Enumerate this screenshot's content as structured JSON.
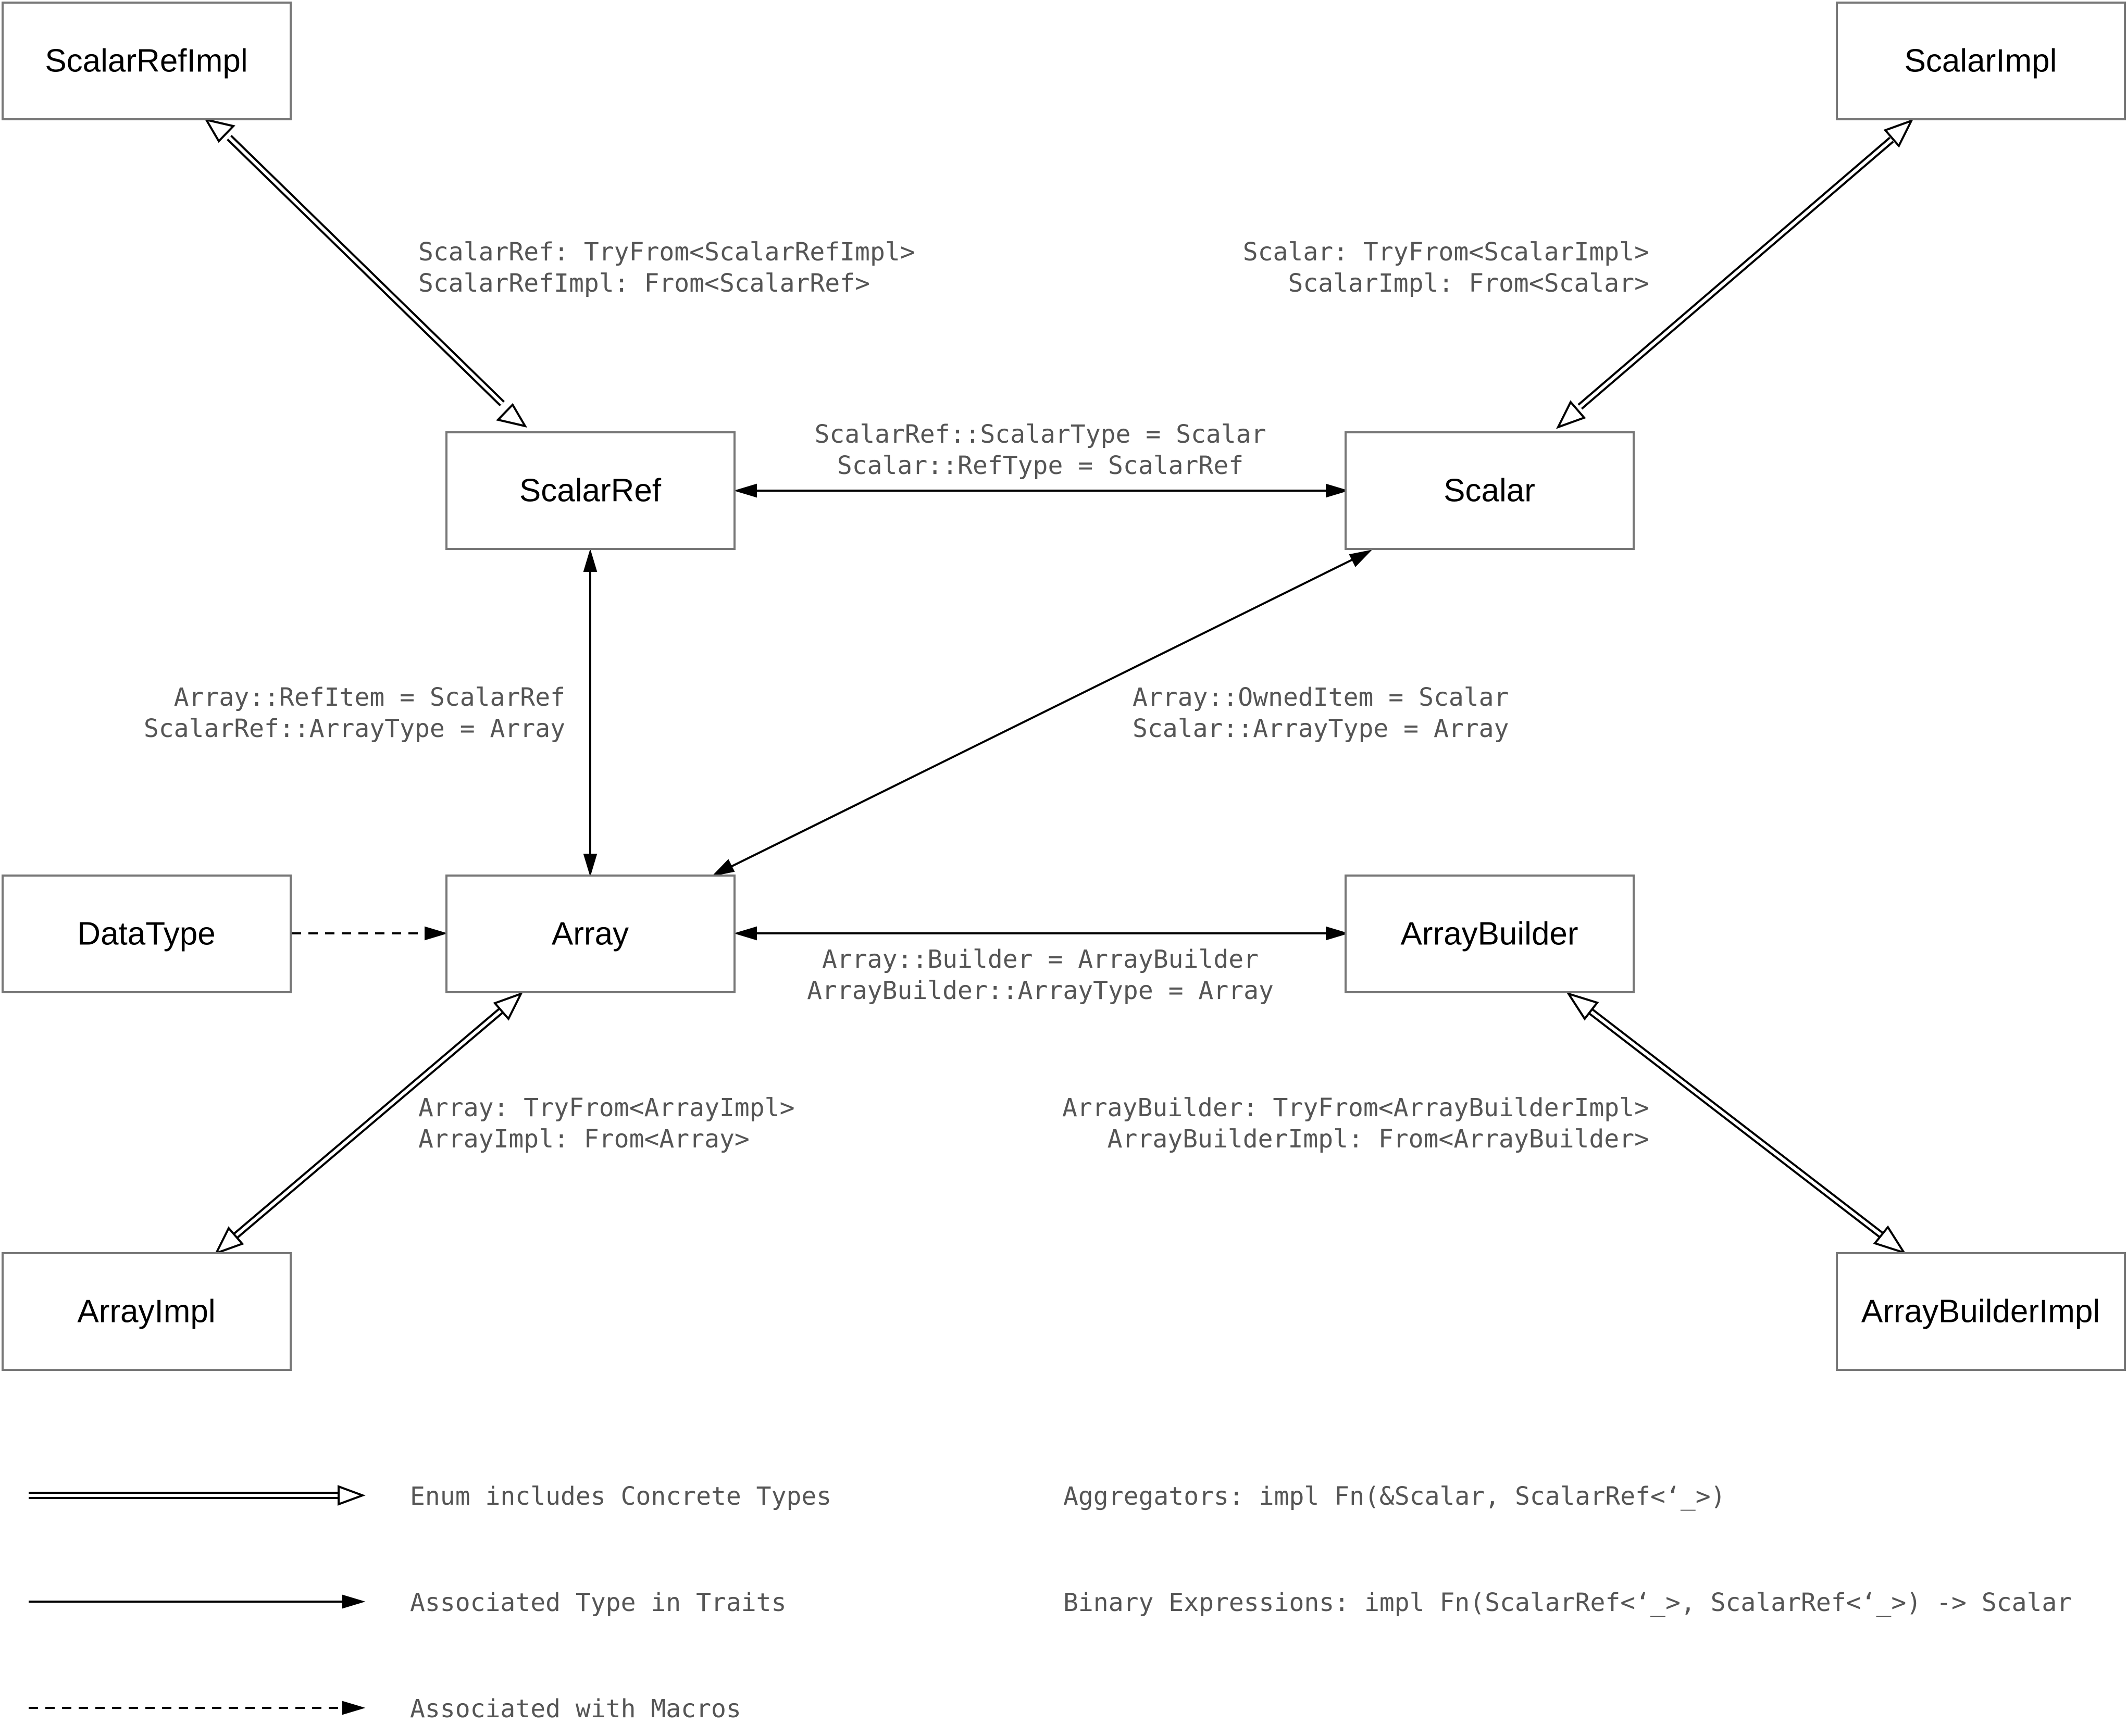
{
  "nodes": {
    "scalar_ref_impl": "ScalarRefImpl",
    "scalar_impl": "ScalarImpl",
    "scalar_ref": "ScalarRef",
    "scalar": "Scalar",
    "data_type": "DataType",
    "array": "Array",
    "array_builder": "ArrayBuilder",
    "array_impl": "ArrayImpl",
    "array_builder_impl": "ArrayBuilderImpl"
  },
  "edges": {
    "scalar_ref_impl": [
      "ScalarRef: TryFrom<ScalarRefImpl>",
      "ScalarRefImpl: From<ScalarRef>"
    ],
    "scalar_impl": [
      "Scalar: TryFrom<ScalarImpl>",
      "ScalarImpl: From<Scalar>"
    ],
    "scalar_ref_scalar": [
      "ScalarRef::ScalarType = Scalar",
      "Scalar::RefType = ScalarRef"
    ],
    "array_scalar_ref": [
      "Array::RefItem = ScalarRef",
      "ScalarRef::ArrayType = Array"
    ],
    "array_scalar": [
      "Array::OwnedItem = Scalar",
      "Scalar::ArrayType = Array"
    ],
    "array_builder": [
      "Array::Builder = ArrayBuilder",
      "ArrayBuilder::ArrayType = Array"
    ],
    "array_impl": [
      "Array: TryFrom<ArrayImpl>",
      "ArrayImpl: From<Array>"
    ],
    "array_builder_impl": [
      "ArrayBuilder: TryFrom<ArrayBuilderImpl>",
      "ArrayBuilderImpl: From<ArrayBuilder>"
    ]
  },
  "legend": {
    "enum": "Enum includes Concrete Types",
    "associated": "Associated Type in Traits",
    "macros": "Associated with Macros"
  },
  "notes": {
    "aggregators": "Aggregators: impl Fn(&Scalar, ScalarRef<‘_>)",
    "binary": "Binary Expressions: impl Fn(ScalarRef<‘_>, ScalarRef<‘_>) -> Scalar"
  }
}
